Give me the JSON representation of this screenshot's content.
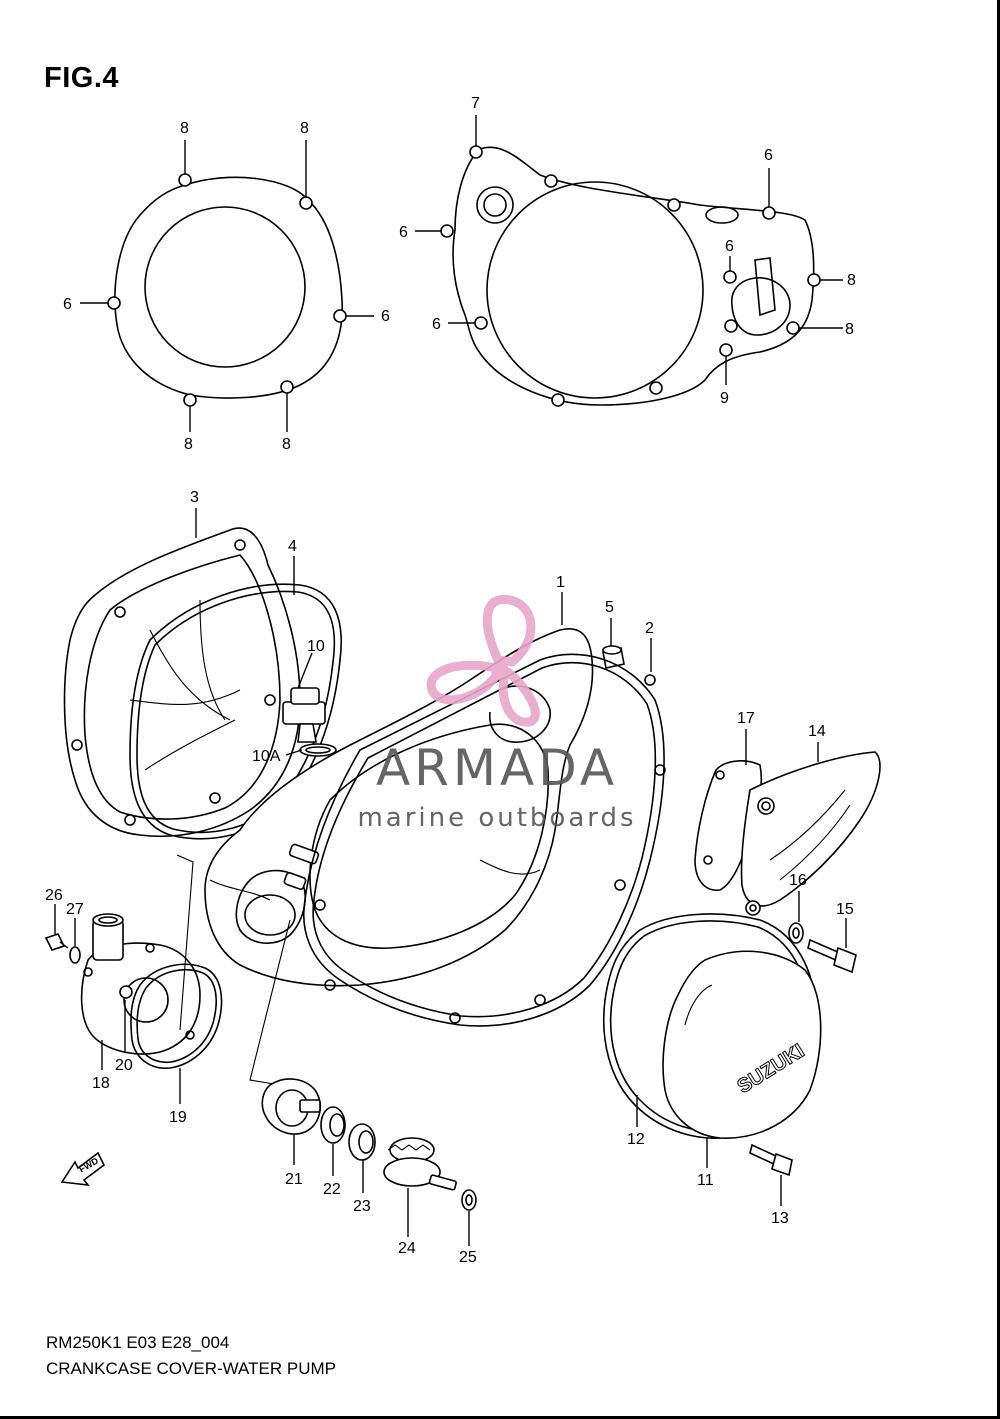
{
  "figure": {
    "title": "FIG.4",
    "model_code": "RM250K1 E03 E28_004",
    "section_name": "CRANKCASE COVER-WATER PUMP"
  },
  "watermark": {
    "brand": "ARMADA",
    "tagline": "marine outboards",
    "logo_color": "#e8a6c9",
    "text_color": "#555555"
  },
  "stamps": {
    "suzuki": "SUZUKI",
    "fwd": "FWD"
  },
  "callouts": {
    "c7": "7",
    "c8a": "8",
    "c8b": "8",
    "c8c": "8",
    "c8d": "8",
    "c8e": "8",
    "c8f": "8",
    "c6a": "6",
    "c6b": "6",
    "c6c": "6",
    "c6d": "6",
    "c6e": "6",
    "c6f": "6",
    "c9": "9",
    "c3": "3",
    "c4": "4",
    "c10": "10",
    "c10a": "10A",
    "c1": "1",
    "c5": "5",
    "c2": "2",
    "c17": "17",
    "c14": "14",
    "c16": "16",
    "c15": "15",
    "c26": "26",
    "c27": "27",
    "c18": "18",
    "c20": "20",
    "c19": "19",
    "c21": "21",
    "c22": "22",
    "c23": "23",
    "c24": "24",
    "c25": "25",
    "c12": "12",
    "c11": "11",
    "c13": "13"
  }
}
